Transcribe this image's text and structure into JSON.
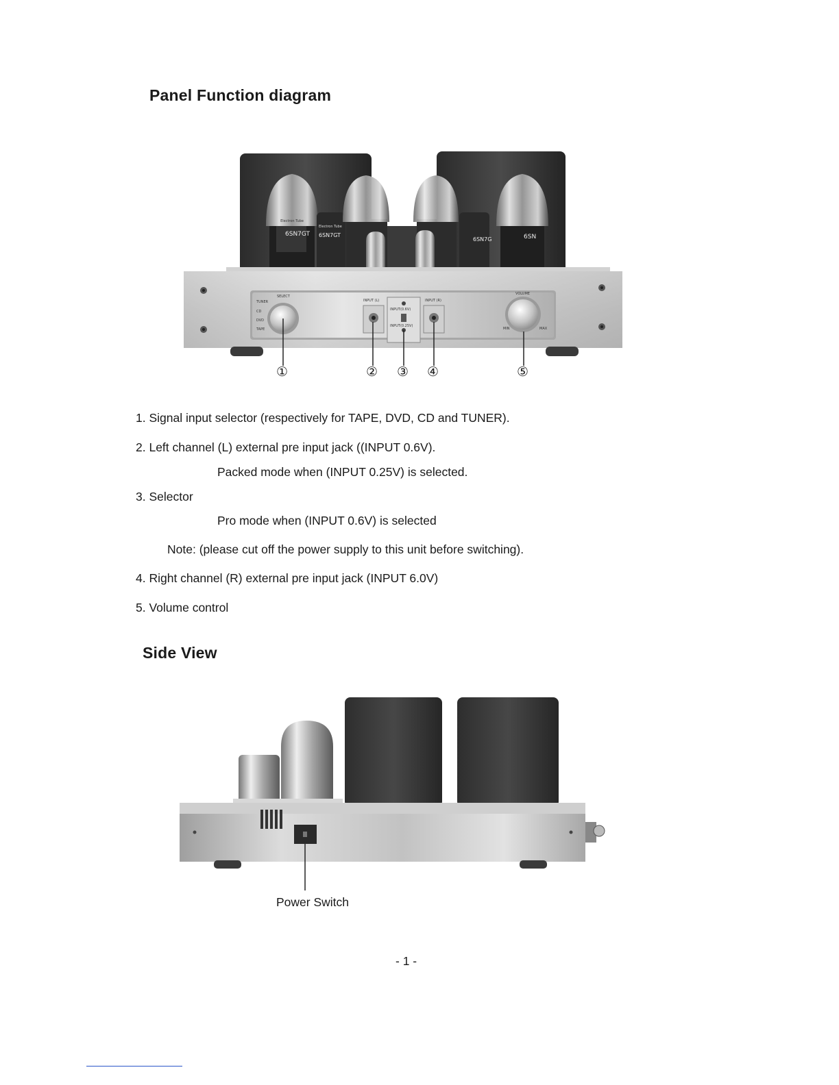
{
  "panel_section": {
    "title": "Panel Function diagram",
    "panel_labels": {
      "select": "SELECT",
      "tuner": "TUNER",
      "cd": "CD",
      "dvd": "DVD",
      "tape": "TAPE",
      "input_l": "INPUT (L)",
      "input_r": "INPUT (R)",
      "input_06": "INPUT(0.6V)",
      "input_025": "INPUT(0.25V)",
      "volume": "VOLUME",
      "min": "MIN",
      "max": "MAX",
      "tube_brand": "Electron Tube",
      "tube_6sn7": "6SN7GT",
      "tube_6sn7_short": "6SN7G",
      "tube_6sn_short": "6SN"
    },
    "callouts": [
      "①",
      "②",
      "③",
      "④",
      "⑤"
    ]
  },
  "list": {
    "item1": "1. Signal input selector (respectively for TAPE, DVD, CD and TUNER).",
    "item2": "2. Left channel (L) external pre input jack ((INPUT 0.6V).",
    "item2_sub": "Packed mode when (INPUT 0.25V) is selected.",
    "item3": "3. Selector",
    "item3_sub": "Pro mode when (INPUT 0.6V) is selected",
    "note": "Note: (please cut off the power supply to this unit before switching).",
    "item4": "4. Right channel (R) external pre input jack (INPUT 6.0V)",
    "item5": "5. Volume control"
  },
  "side_section": {
    "title": "Side View",
    "power_switch_label": "Power Switch"
  },
  "page_number": "- 1 -"
}
